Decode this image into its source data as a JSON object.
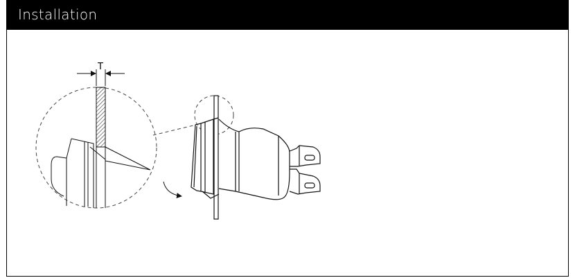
{
  "header": {
    "title": "Installation"
  },
  "diagram": {
    "thickness_label": "T",
    "icons": [
      "detail-magnifier-circle",
      "panel-hatching",
      "rotate-arrow",
      "rocker-switch-side-view",
      "spade-terminals"
    ]
  },
  "colors": {
    "header_bg": "#000000",
    "header_text": "#ffffff",
    "line": "#1a1a1a"
  }
}
